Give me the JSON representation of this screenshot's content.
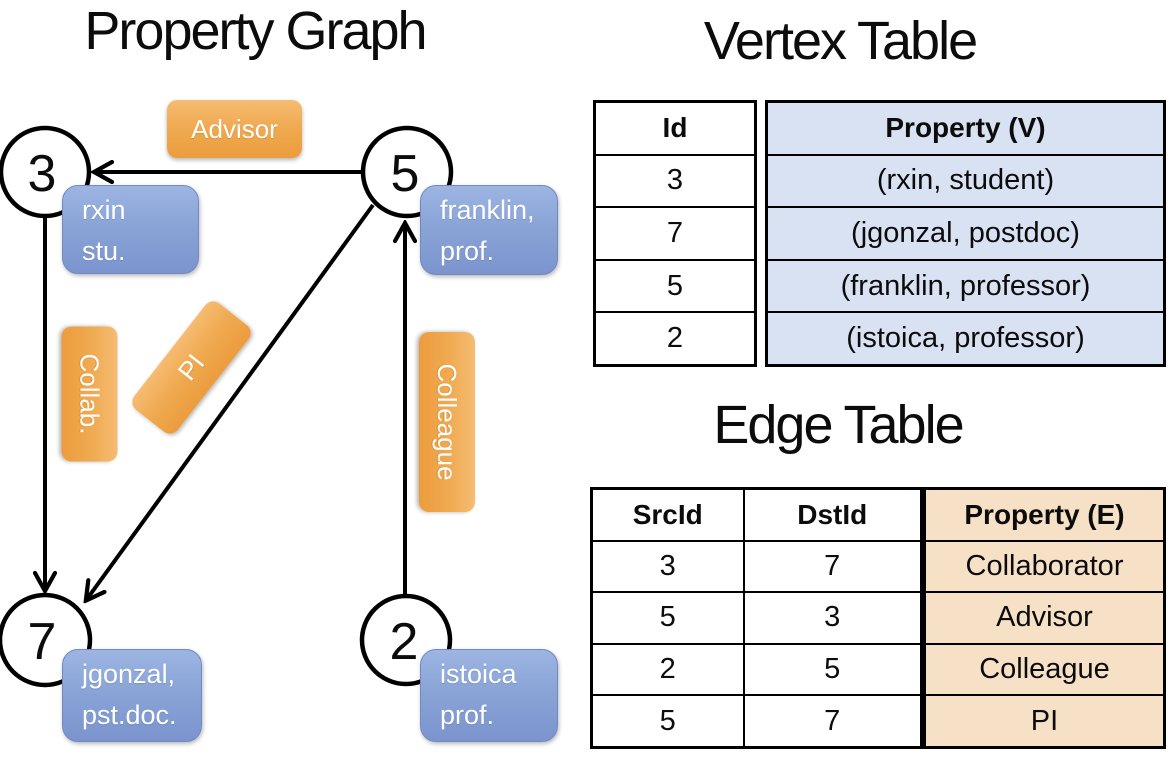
{
  "titles": {
    "graph": "Property Graph",
    "vertex_table": "Vertex Table",
    "edge_table": "Edge Table"
  },
  "graph": {
    "node3": {
      "id": "3",
      "line1": "rxin",
      "line2": "stu."
    },
    "node5": {
      "id": "5",
      "line1": "franklin,",
      "line2": "prof."
    },
    "node7": {
      "id": "7",
      "line1": "jgonzal,",
      "line2": "pst.doc."
    },
    "node2": {
      "id": "2",
      "line1": "istoica",
      "line2": "prof."
    },
    "labels": {
      "advisor": "Advisor",
      "collab": "Collab.",
      "pi": "PI",
      "colleague": "Colleague"
    },
    "edges": [
      {
        "src": "5",
        "dst": "3",
        "label": "Advisor"
      },
      {
        "src": "3",
        "dst": "7",
        "label": "Collab."
      },
      {
        "src": "5",
        "dst": "7",
        "label": "PI"
      },
      {
        "src": "2",
        "dst": "5",
        "label": "Colleague"
      }
    ]
  },
  "vertex_table": {
    "headers": {
      "id": "Id",
      "property": "Property (V)"
    },
    "rows": [
      {
        "id": "3",
        "property": "(rxin, student)"
      },
      {
        "id": "7",
        "property": "(jgonzal, postdoc)"
      },
      {
        "id": "5",
        "property": "(franklin, professor)"
      },
      {
        "id": "2",
        "property": "(istoica, professor)"
      }
    ]
  },
  "edge_table": {
    "headers": {
      "src": "SrcId",
      "dst": "DstId",
      "property": "Property (E)"
    },
    "rows": [
      {
        "src": "3",
        "dst": "7",
        "property": "Collaborator"
      },
      {
        "src": "5",
        "dst": "3",
        "property": "Advisor"
      },
      {
        "src": "2",
        "dst": "5",
        "property": "Colleague"
      },
      {
        "src": "5",
        "dst": "7",
        "property": "PI"
      }
    ]
  },
  "colors": {
    "edge_label_orange": "#EFA94F",
    "vertex_box_blue": "#8AA4D7",
    "vertex_cell_blue": "#D9E2F3",
    "edge_cell_tan": "#F6E0C6",
    "line_black": "#000000"
  }
}
